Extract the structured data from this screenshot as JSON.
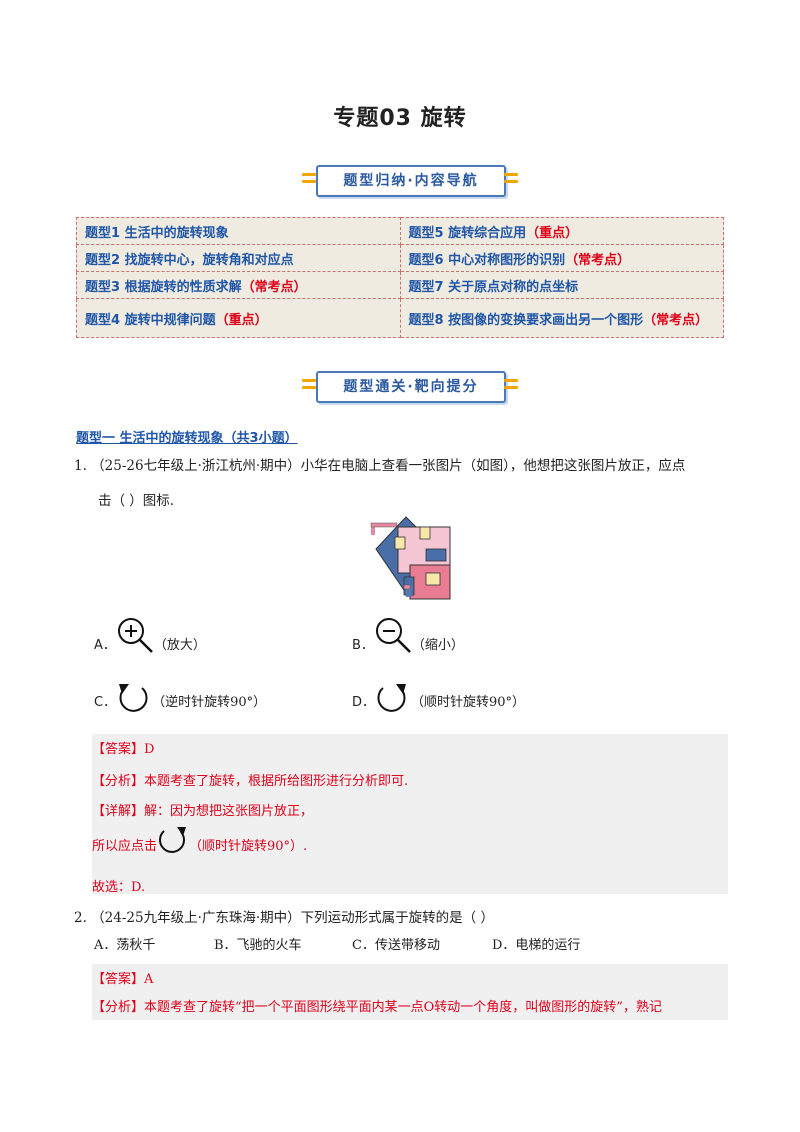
{
  "title": "专题03  旋转",
  "banner1": "题型归纳·内容导航",
  "banner2": "题型通关·靶向提分",
  "toc": [
    {
      "left": "题型1  生活中的旋转现象",
      "left_tag": "",
      "right": "题型5 旋转综合应用",
      "right_tag": "（重点）"
    },
    {
      "left": "题型2  找旋转中心，旋转角和对应点",
      "left_tag": "",
      "right": "题型6  中心对称图形的识别",
      "right_tag": "（常考点）"
    },
    {
      "left": "题型3  根据旋转的性质求解",
      "left_tag": "（常考点）",
      "right": "题型7  关于原点对称的点坐标",
      "right_tag": ""
    },
    {
      "left": "题型4  旋转中规律问题",
      "left_tag": "（重点）",
      "right": "题型8  按图像的变换要求画出另一个图形",
      "right_tag": "（常考点）"
    }
  ],
  "section1": "题型一  生活中的旋转现象（共3小题）",
  "q1": {
    "line1": "1.    （25-26七年级上·浙江杭州·期中）小华在电脑上查看一张图片（如图），他想把这张图片放正，应点",
    "line2": "击（    ）图标.",
    "options": {
      "A_letter": "A．",
      "A_text": "（放大）",
      "B_letter": "B．",
      "B_text": "（缩小）",
      "C_letter": "C．",
      "C_text": "（逆时针旋转90°）",
      "D_letter": "D．",
      "D_text": "（顺时针旋转90°）"
    },
    "answer": "【答案】D",
    "analysis": "【分析】本题考查了旋转，根据所给图形进行分析即可.",
    "detail": "【详解】解：因为想把这张图片放正，",
    "detail2_pre": "所以应点击",
    "detail2_post": "（顺时针旋转90°）.",
    "choice": "故选：D."
  },
  "q2": {
    "line1": "2.  （24-25九年级上·广东珠海·期中）下列运动形式属于旋转的是（    ）",
    "A": "A．荡秋千",
    "B": "B．飞驰的火车",
    "C": "C．传送带移动",
    "D": "D．电梯的运行",
    "answer": "【答案】A",
    "analysis": "【分析】本题考查了旋转“把一个平面图形绕平面内某一点O转动一个角度，叫做图形的旋转”，熟记"
  },
  "colors": {
    "blue": "#1f56a8",
    "red": "#e0001a",
    "orange": "#f2a700"
  }
}
